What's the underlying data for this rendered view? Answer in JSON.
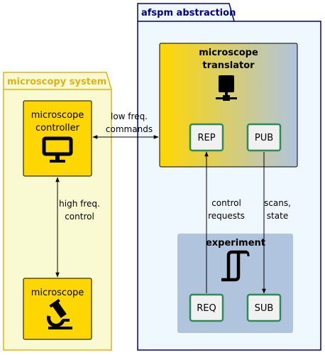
{
  "packages": {
    "microscopy_system": {
      "title": "microscopy system",
      "fill": "#fafad2",
      "stroke": "#e0b21a"
    },
    "afspm_abstraction": {
      "title": "afspm abstraction",
      "fill": "#f0f8ff",
      "stroke": "#000080"
    }
  },
  "nodes": {
    "controller": {
      "line1": "microscope",
      "line2": "controller",
      "icon": "monitor-icon"
    },
    "microscope": {
      "line1": "microscope",
      "icon": "microscope-icon"
    },
    "translator": {
      "line1": "microscope",
      "line2": "translator",
      "icon": "network-icon"
    },
    "experiment": {
      "line1": "experiment",
      "icon": "script-icon"
    }
  },
  "ports": {
    "rep": "REP",
    "pub": "PUB",
    "req": "REQ",
    "sub": "SUB"
  },
  "edges": {
    "low_freq": {
      "line1": "low freq.",
      "line2": "commands"
    },
    "high_freq": {
      "line1": "high freq.",
      "line2": "control"
    },
    "control_requests": {
      "line1": "control",
      "line2": "requests"
    },
    "scans_state": {
      "line1": "scans,",
      "line2": "state"
    }
  },
  "colors": {
    "node_yellow": "#ffd700",
    "gradient_end": "#b0c4de",
    "experiment_fill": "#b0c4de",
    "port_stroke": "#2e8b57",
    "port_fill": "#f1f1f1"
  }
}
